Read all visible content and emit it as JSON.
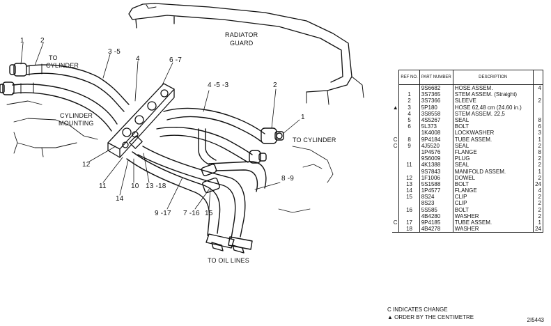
{
  "drawing": {
    "labels": [
      {
        "key": "l1",
        "text": "1"
      },
      {
        "key": "l2",
        "text": "2"
      },
      {
        "key": "to_cyl_1",
        "text": "TO"
      },
      {
        "key": "to_cyl_2",
        "text": "CYLINDER"
      },
      {
        "key": "l35",
        "text": "3 -5"
      },
      {
        "key": "l4",
        "text": "4"
      },
      {
        "key": "l67",
        "text": "6 -7"
      },
      {
        "key": "rad1",
        "text": "RADIATOR"
      },
      {
        "key": "rad2",
        "text": "GUARD"
      },
      {
        "key": "cm1",
        "text": "CYLINDER"
      },
      {
        "key": "cm2",
        "text": "MOUNTING"
      },
      {
        "key": "l453",
        "text": "4 -5 -3"
      },
      {
        "key": "l2b",
        "text": "2"
      },
      {
        "key": "l1b",
        "text": "1"
      },
      {
        "key": "to_cyl_r",
        "text": "TO CYLINDER"
      },
      {
        "key": "l12",
        "text": "12"
      },
      {
        "key": "l11",
        "text": "11"
      },
      {
        "key": "l14",
        "text": "14"
      },
      {
        "key": "l10",
        "text": "10"
      },
      {
        "key": "l1318",
        "text": "13 -18"
      },
      {
        "key": "l89",
        "text": "8 -9"
      },
      {
        "key": "l917",
        "text": "9 -17"
      },
      {
        "key": "l716",
        "text": "7 -16"
      },
      {
        "key": "l15",
        "text": "15"
      },
      {
        "key": "oil",
        "text": "TO OIL LINES"
      }
    ]
  },
  "table": {
    "headers": {
      "ref": "REF NO.",
      "pn": "PART NUMBER",
      "desc": "DESCRIPTION",
      "qty": ""
    },
    "rows": [
      {
        "mark": "",
        "ref": "",
        "pn": "9S6682",
        "desc": "HOSE ASSEM.",
        "qty": "4"
      },
      {
        "mark": "",
        "ref": "1",
        "pn": "3S7365",
        "desc": "STEM ASSEM. (Straight)",
        "qty": ""
      },
      {
        "mark": "",
        "ref": "2",
        "pn": "3S7366",
        "desc": "SLEEVE",
        "qty": "2"
      },
      {
        "mark": "▲",
        "ref": "3",
        "pn": "5P180",
        "desc": "HOSE 62,48 cm (24.60 in.)",
        "qty": ""
      },
      {
        "mark": "",
        "ref": "4",
        "pn": "3S8558",
        "desc": "STEM ASSEM. 22,5",
        "qty": ""
      },
      {
        "mark": "",
        "ref": "5",
        "pn": "4S5267",
        "desc": "SEAL",
        "qty": "8"
      },
      {
        "mark": "",
        "ref": "6",
        "pn": "5L373",
        "desc": "BOLT",
        "qty": "6"
      },
      {
        "mark": "",
        "ref": "",
        "pn": "1K4008",
        "desc": "LOCKWASHER",
        "qty": "3"
      },
      {
        "mark": "C",
        "ref": "8",
        "pn": "9P4184",
        "desc": "TUBE ASSEM.",
        "qty": "1"
      },
      {
        "mark": "C",
        "ref": "9",
        "pn": "4J5520",
        "desc": "SEAL",
        "qty": "2"
      },
      {
        "mark": "",
        "ref": "",
        "pn": "1P4576",
        "desc": "FLANGE",
        "qty": "8"
      },
      {
        "mark": "",
        "ref": "",
        "pn": "9S6009",
        "desc": "PLUG",
        "qty": "2"
      },
      {
        "mark": "",
        "ref": "11",
        "pn": "4K1388",
        "desc": "SEAL",
        "qty": "2"
      },
      {
        "mark": "",
        "ref": "",
        "pn": "9S7843",
        "desc": "MANIFOLD ASSEM.",
        "qty": "1"
      },
      {
        "mark": "",
        "ref": "12",
        "pn": "1F1006",
        "desc": "DOWEL",
        "qty": "2"
      },
      {
        "mark": "",
        "ref": "13",
        "pn": "5S1588",
        "desc": "BOLT",
        "qty": "24"
      },
      {
        "mark": "",
        "ref": "14",
        "pn": "1P4577",
        "desc": "FLANGE",
        "qty": "4"
      },
      {
        "mark": "",
        "ref": "15",
        "pn": "8S24",
        "desc": "CLIP",
        "qty": "2"
      },
      {
        "mark": "",
        "ref": "",
        "pn": "8S23",
        "desc": "CLIP",
        "qty": "2"
      },
      {
        "mark": "",
        "ref": "16",
        "pn": "5S585",
        "desc": "BOLT",
        "qty": "2"
      },
      {
        "mark": "",
        "ref": "",
        "pn": "4B4280",
        "desc": "WASHER",
        "qty": "2"
      },
      {
        "mark": "C",
        "ref": "17",
        "pn": "9P4185",
        "desc": "TUBE ASSEM.",
        "qty": "1"
      },
      {
        "mark": "",
        "ref": "18",
        "pn": "4B4278",
        "desc": "WASHER",
        "qty": "24"
      }
    ]
  },
  "footnotes": {
    "change": "C INDICATES CHANGE",
    "order": "▲ ORDER BY THE CENTIMETRE"
  },
  "figure_number": "2I5443"
}
